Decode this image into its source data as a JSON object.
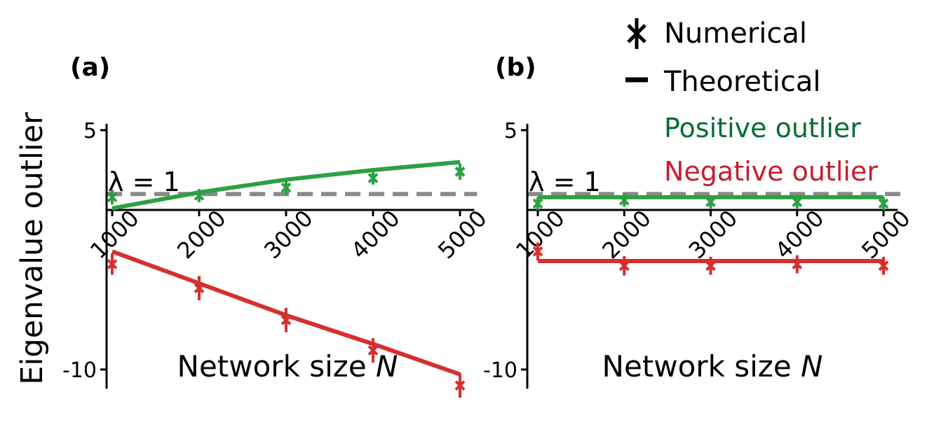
{
  "figure": {
    "ylabel": "Eigenvalue outlier",
    "legend": {
      "numerical_label": "Numerical",
      "theoretical_label": "Theoretical",
      "positive_label": "Positive outlier",
      "negative_label": "Negative outlier",
      "placement": "top-right"
    },
    "colors": {
      "positive": "#2ca043",
      "negative": "#d62f2f",
      "positive_text": "#006e35",
      "negative_text": "#c41e2e",
      "reference": "#8a8a8a",
      "axis": "#000000"
    }
  },
  "chart_data": [
    {
      "type": "line",
      "panel_label": "(a)",
      "xlabel_prefix": "Network size ",
      "xlabel_var": "N",
      "x_ticks": [
        "1000",
        "2000",
        "3000",
        "4000",
        "5000"
      ],
      "y_ticks": [
        "5",
        "-10"
      ],
      "reference_label": "λ = 1",
      "reference_y": 1,
      "ylim": [
        -11.2,
        5.4
      ],
      "xlim": [
        950,
        5100
      ],
      "grid": false,
      "series": [
        {
          "name": "Positive outlier",
          "x": [
            1000,
            2000,
            3000,
            4000,
            5000
          ],
          "theoretical": [
            0.1,
            1.1,
            1.9,
            2.5,
            3.0
          ],
          "numerical": [
            0.8,
            0.9,
            1.4,
            2.0,
            2.4
          ],
          "numerical_err": [
            0.2,
            0.15,
            0.2,
            0.15,
            0.25
          ]
        },
        {
          "name": "Negative outlier",
          "x": [
            1000,
            2000,
            3000,
            4000,
            5000
          ],
          "theoretical": [
            -2.6,
            -4.6,
            -6.6,
            -8.4,
            -10.3
          ],
          "numerical": [
            -3.4,
            -4.9,
            -6.9,
            -8.8,
            -11.0
          ],
          "numerical_err": [
            0.4,
            0.5,
            0.5,
            0.5,
            0.5
          ]
        }
      ]
    },
    {
      "type": "line",
      "panel_label": "(b)",
      "xlabel_prefix": "Network size ",
      "xlabel_var": "N",
      "x_ticks": [
        "1000",
        "2000",
        "3000",
        "4000",
        "5000"
      ],
      "y_ticks": [
        "5",
        "-10"
      ],
      "reference_label": "λ = 1",
      "reference_y": 1,
      "ylim": [
        -11.2,
        5.4
      ],
      "xlim": [
        950,
        5100
      ],
      "grid": false,
      "series": [
        {
          "name": "Positive outlier",
          "x": [
            1000,
            2000,
            3000,
            4000,
            5000
          ],
          "theoretical": [
            0.8,
            0.8,
            0.8,
            0.8,
            0.8
          ],
          "numerical": [
            0.4,
            0.6,
            0.5,
            0.5,
            0.4
          ],
          "numerical_err": [
            0.15,
            0.15,
            0.15,
            0.15,
            0.15
          ]
        },
        {
          "name": "Negative outlier",
          "x": [
            1000,
            2000,
            3000,
            4000,
            5000
          ],
          "theoretical": [
            -3.2,
            -3.2,
            -3.2,
            -3.2,
            -3.2
          ],
          "numerical": [
            -2.6,
            -3.5,
            -3.5,
            -3.4,
            -3.5
          ],
          "numerical_err": [
            0.3,
            0.35,
            0.3,
            0.3,
            0.3
          ]
        }
      ]
    }
  ]
}
